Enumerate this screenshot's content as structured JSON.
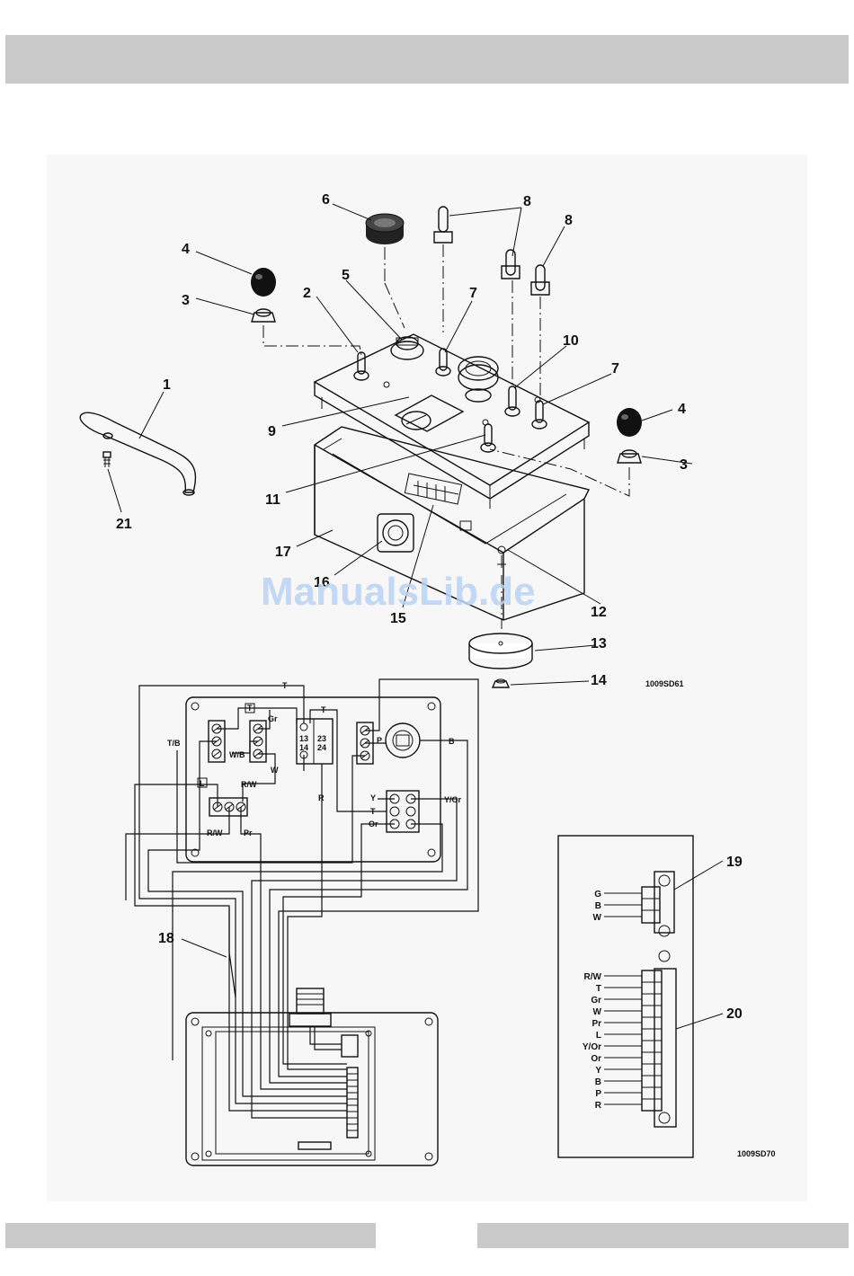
{
  "watermark": "ManualsLib.de",
  "drawing_codes": {
    "exploded": "1009SD61",
    "connectors": "1009SD70"
  },
  "callouts": {
    "c1": "1",
    "c2": "2",
    "c3a": "3",
    "c3b": "3",
    "c4a": "4",
    "c4b": "4",
    "c5": "5",
    "c6": "6",
    "c7a": "7",
    "c7b": "7",
    "c8a": "8",
    "c8b": "8",
    "c9": "9",
    "c10": "10",
    "c11": "11",
    "c12": "12",
    "c13": "13",
    "c14": "14",
    "c15": "15",
    "c16": "16",
    "c17": "17",
    "c18": "18",
    "c19": "19",
    "c20": "20",
    "c21": "21"
  },
  "wiring_labels": {
    "t_top": "T",
    "t_box": "T",
    "gr": "Gr",
    "t_right": "T",
    "tb": "T/B",
    "wb": "W/B",
    "w": "W",
    "l_box": "L",
    "rw_top": "R/W",
    "rw_bot": "R/W",
    "pr": "Pr",
    "p": "P",
    "b": "B",
    "r": "R",
    "y": "Y",
    "yor": "Y/Or",
    "t_mid": "T",
    "or": "Or",
    "n13": "13",
    "n14": "14",
    "n23": "23",
    "n24": "24"
  },
  "connector_19": [
    "G",
    "B",
    "W"
  ],
  "connector_20": [
    "R/W",
    "T",
    "Gr",
    "W",
    "Pr",
    "L",
    "Y/Or",
    "Or",
    "Y",
    "B",
    "P",
    "R"
  ]
}
